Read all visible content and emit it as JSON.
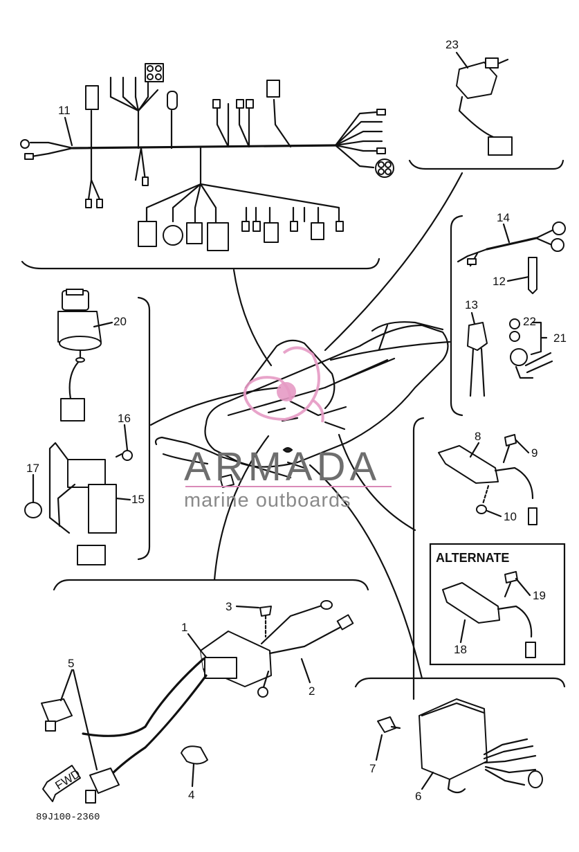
{
  "diagram": {
    "code": "89J100-2360",
    "alternate_label": "ALTERNATE",
    "fwd_label": "FWD",
    "callouts": [
      "1",
      "2",
      "3",
      "4",
      "5",
      "6",
      "7",
      "8",
      "9",
      "10",
      "11",
      "12",
      "13",
      "14",
      "15",
      "16",
      "17",
      "18",
      "19",
      "20",
      "21",
      "22",
      "23"
    ]
  },
  "watermark": {
    "brand": "ARMADA",
    "tagline": "marine outboards",
    "colors": {
      "logo": "#e59ac4",
      "text": "#6e6e6e",
      "rule": "#d98ab8"
    }
  }
}
